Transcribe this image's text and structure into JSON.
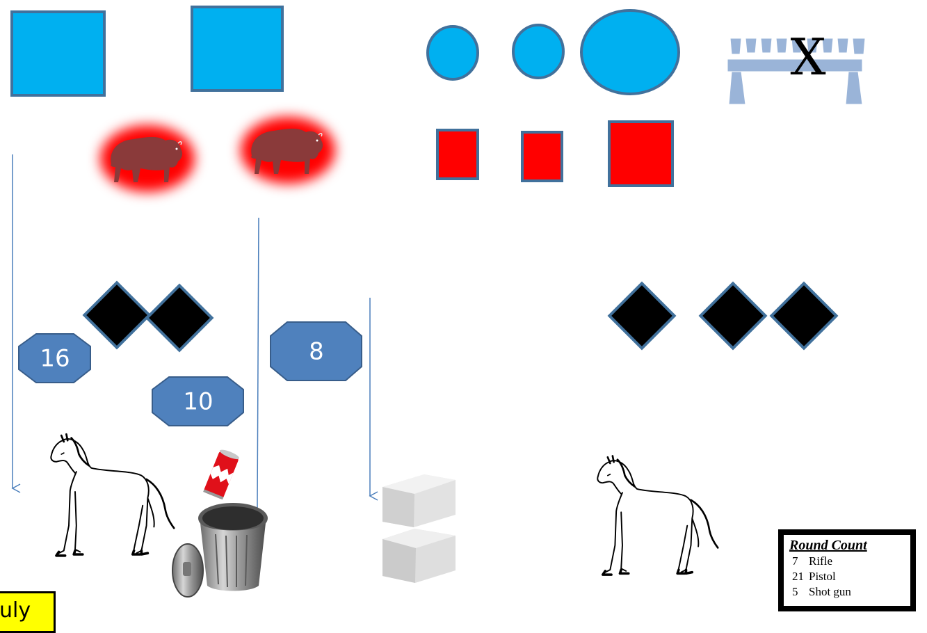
{
  "number_markers": {
    "marker_1": "16",
    "marker_2": "10",
    "marker_3": "8"
  },
  "table_marker": "X",
  "round_count": {
    "title": "Round Count",
    "rows": [
      {
        "count": "7",
        "weapon": "Rifle"
      },
      {
        "count": "21",
        "weapon": "Pistol"
      },
      {
        "count": "5",
        "weapon": "Shot gun"
      }
    ]
  },
  "month_tag": "uly",
  "colors": {
    "blue_fill": "#00b0f0",
    "shape_stroke": "#41719c",
    "red_fill": "#ff0000",
    "black_fill": "#000000",
    "arrow": "#4a7ebb",
    "octagon_fill": "#4f81bd",
    "highlight": "#ffff00"
  },
  "icons": [
    "buffalo-icon",
    "horse-icon",
    "trash-can-icon",
    "soda-can-icon",
    "hay-bale-icon",
    "table-icon"
  ]
}
